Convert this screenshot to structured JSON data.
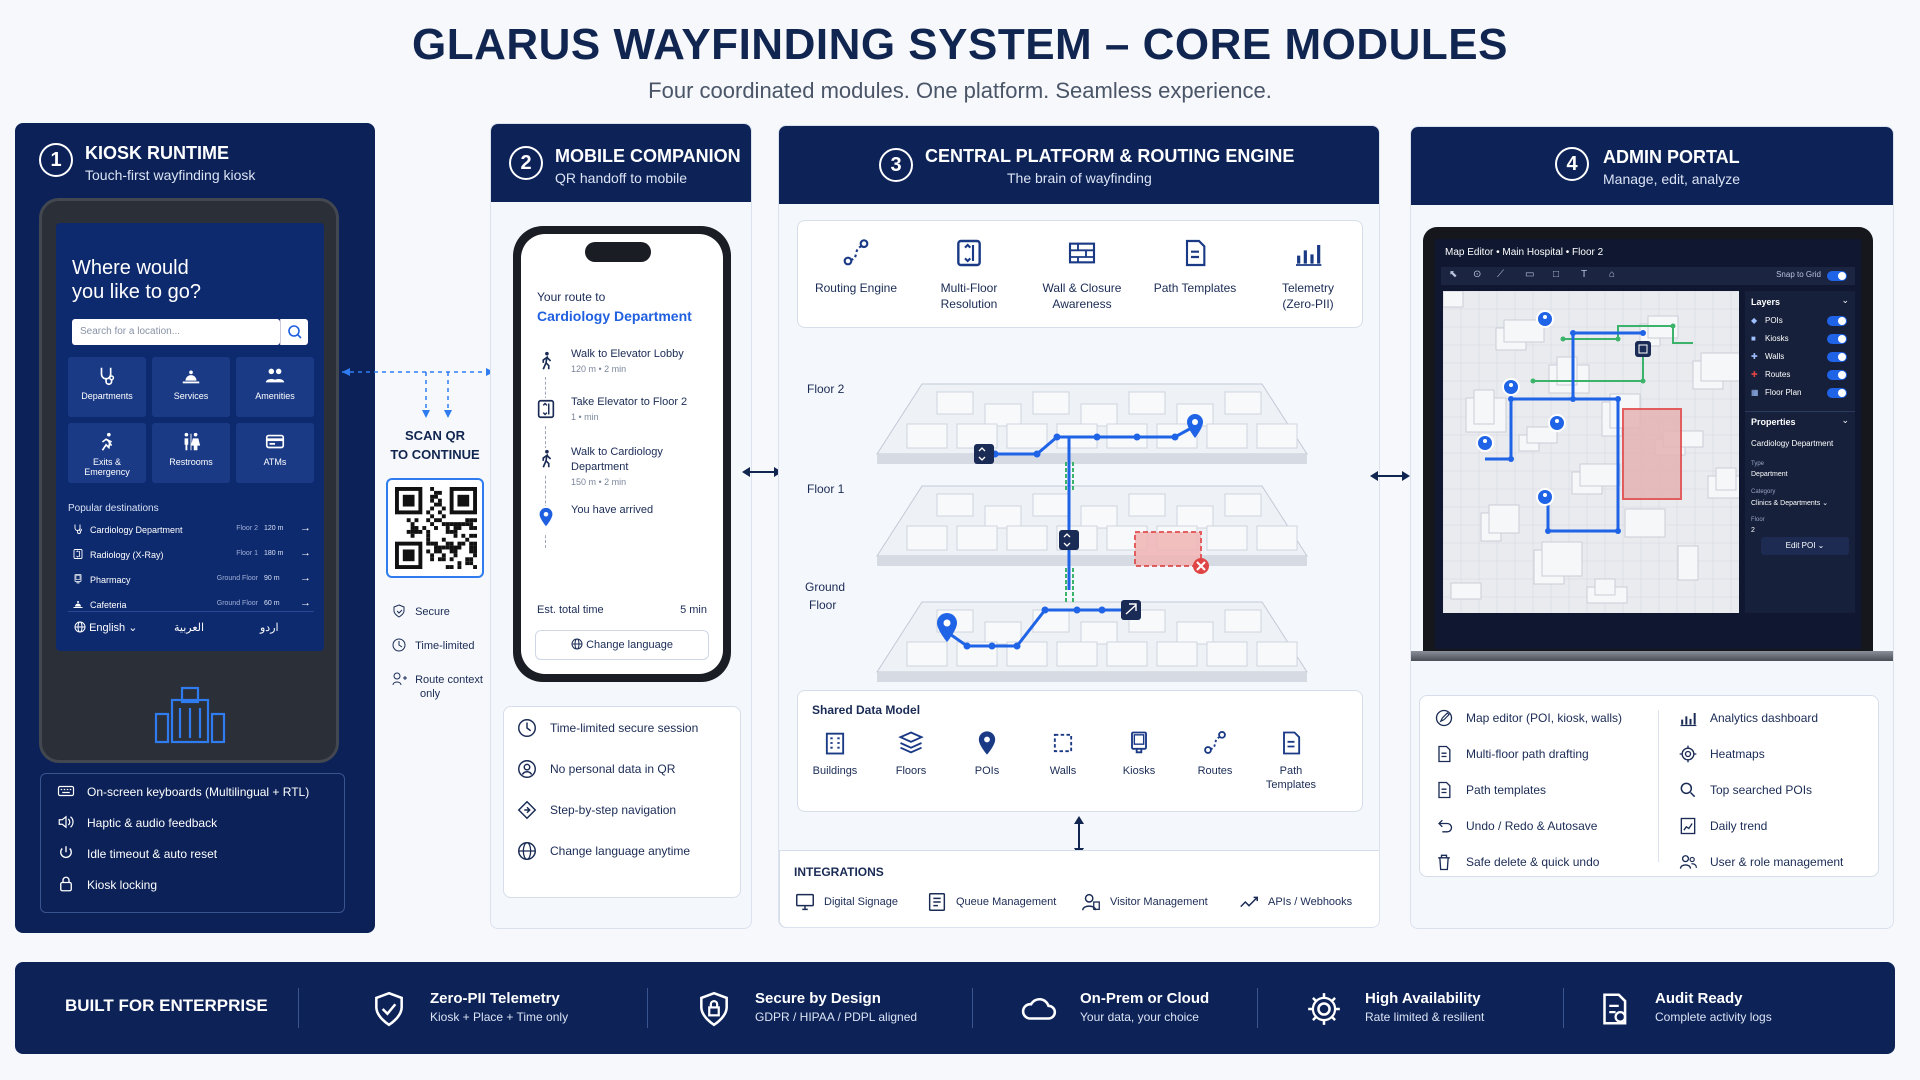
{
  "header": {
    "title": "GLARUS WAYFINDING SYSTEM – CORE MODULES",
    "subtitle": "Four coordinated modules. One platform. Seamless experience."
  },
  "kiosk": {
    "num": "1",
    "title": "KIOSK RUNTIME",
    "subtitle": "Touch-first wayfinding kiosk",
    "screen_heading_1": "Where would",
    "screen_heading_2": "you like to go?",
    "search_placeholder": "Search for a location...",
    "tiles": [
      {
        "label": "Departments"
      },
      {
        "label": "Services"
      },
      {
        "label": "Amenities"
      },
      {
        "label": "Exits & Emergency"
      },
      {
        "label": "Restrooms"
      },
      {
        "label": "ATMs"
      }
    ],
    "popular_label": "Popular destinations",
    "destinations": [
      {
        "name": "Cardiology Department",
        "floor": "Floor 2",
        "dist": "120 m"
      },
      {
        "name": "Radiology (X-Ray)",
        "floor": "Floor 1",
        "dist": "180 m"
      },
      {
        "name": "Pharmacy",
        "floor": "Ground Floor",
        "dist": "90 m"
      },
      {
        "name": "Cafeteria",
        "floor": "Ground Floor",
        "dist": "60 m"
      }
    ],
    "languages": [
      "English",
      "العربية",
      "اردو"
    ],
    "features": [
      "On-screen keyboards (Multilingual + RTL)",
      "Haptic & audio feedback",
      "Idle timeout & auto reset",
      "Kiosk locking"
    ]
  },
  "qr": {
    "label_1": "SCAN QR",
    "label_2": "TO CONTINUE",
    "notes": [
      "Secure",
      "Time-limited",
      "Route context",
      "only"
    ]
  },
  "mobile": {
    "num": "2",
    "title": "MOBILE COMPANION",
    "subtitle": "QR handoff to mobile",
    "route_to": "Your route to",
    "destination": "Cardiology Department",
    "steps": [
      {
        "title": "Walk to Elevator Lobby",
        "meta": "120 m  •  2 min"
      },
      {
        "title": "Take Elevator to Floor 2",
        "meta": "1  •  min"
      },
      {
        "title": "Walk to Cardiology",
        "title2": "Department",
        "meta": "150 m  •  2 min"
      },
      {
        "title": "You have arrived",
        "meta": ""
      }
    ],
    "total_label": "Est. total time",
    "total_value": "5 min",
    "change_lang": "Change language",
    "features": [
      "Time-limited secure session",
      "No personal data in QR",
      "Step-by-step navigation",
      "Change language anytime"
    ]
  },
  "central": {
    "num": "3",
    "title": "CENTRAL PLATFORM & ROUTING ENGINE",
    "subtitle": "The brain of wayfinding",
    "engine": [
      {
        "l1": "Routing Engine",
        "l2": ""
      },
      {
        "l1": "Multi-Floor",
        "l2": "Resolution"
      },
      {
        "l1": "Wall & Closure",
        "l2": "Awareness"
      },
      {
        "l1": "Path Templates",
        "l2": ""
      },
      {
        "l1": "Telemetry",
        "l2": "(Zero-PII)"
      }
    ],
    "floors": [
      "Floor 2",
      "Floor 1",
      "Ground",
      "Floor"
    ],
    "shared_label": "Shared Data Model",
    "shared": [
      {
        "l1": "Buildings",
        "l2": ""
      },
      {
        "l1": "Floors",
        "l2": ""
      },
      {
        "l1": "POIs",
        "l2": ""
      },
      {
        "l1": "Walls",
        "l2": ""
      },
      {
        "l1": "Kiosks",
        "l2": ""
      },
      {
        "l1": "Routes",
        "l2": ""
      },
      {
        "l1": "Path",
        "l2": "Templates"
      }
    ],
    "integrations_label": "INTEGRATIONS",
    "integrations": [
      "Digital Signage",
      "Queue Management",
      "Visitor Management",
      "APIs / Webhooks"
    ]
  },
  "admin": {
    "num": "4",
    "title": "ADMIN PORTAL",
    "subtitle": "Manage, edit, analyze",
    "breadcrumb": "Map Editor  •  Main Hospital  •  Floor 2",
    "snap": "Snap to Grid",
    "layers_label": "Layers",
    "layers": [
      "POIs",
      "Kiosks",
      "Walls",
      "Routes",
      "Floor Plan"
    ],
    "properties_label": "Properties",
    "prop_title": "Cardiology Department",
    "type_label": "Type",
    "type_value": "Department",
    "category_label": "Category",
    "category_value": "Clinics & Departments",
    "floor_label": "Floor",
    "floor_value": "2",
    "edit_poi": "Edit POI",
    "features_left": [
      "Map editor (POI, kiosk, walls)",
      "Multi-floor path drafting",
      "Path templates",
      "Undo / Redo & Autosave",
      "Safe delete & quick undo"
    ],
    "features_right": [
      "Analytics dashboard",
      "Heatmaps",
      "Top searched POIs",
      "Daily trend",
      "User & role management"
    ]
  },
  "enterprise": {
    "label": "BUILT FOR ENTERPRISE",
    "items": [
      {
        "title": "Zero-PII Telemetry",
        "sub": "Kiosk + Place + Time only"
      },
      {
        "title": "Secure by Design",
        "sub": "GDPR / HIPAA / PDPL aligned"
      },
      {
        "title": "On-Prem or Cloud",
        "sub": "Your data, your choice"
      },
      {
        "title": "High Availability",
        "sub": "Rate limited & resilient"
      },
      {
        "title": "Audit Ready",
        "sub": "Complete activity logs"
      }
    ]
  },
  "colors": {
    "navy": "#0d2358",
    "accent": "#1f5fe0",
    "route": "#1f63e6",
    "green": "#3bb36a",
    "red": "#e04545"
  }
}
